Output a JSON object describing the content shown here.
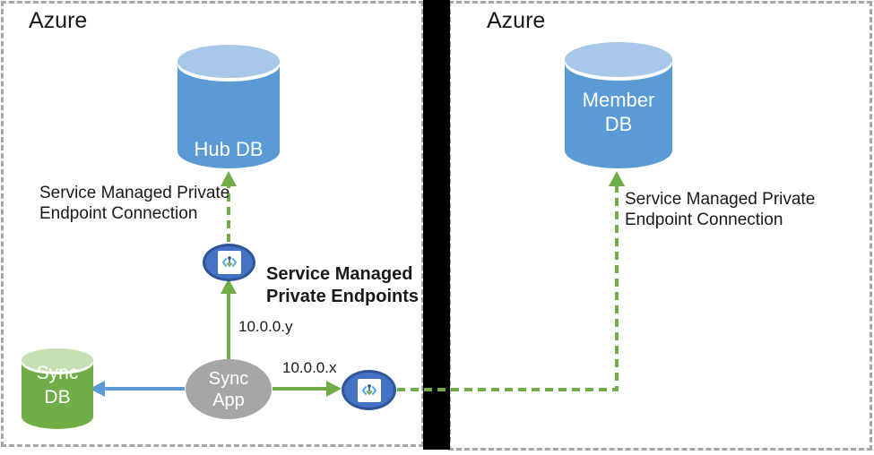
{
  "regions": {
    "left": {
      "title": "Azure"
    },
    "right": {
      "title": "Azure"
    }
  },
  "nodes": {
    "hub_db": {
      "label": "Hub DB"
    },
    "member_db": {
      "line1": "Member",
      "line2": "DB"
    },
    "sync_db": {
      "line1": "Sync",
      "line2": "DB"
    },
    "sync_app": {
      "line1": "Sync",
      "line2": "App"
    }
  },
  "labels": {
    "left_connection": {
      "line1": "Service Managed Private",
      "line2": "Endpoint Connection"
    },
    "right_connection": {
      "line1": "Service Managed Private",
      "line2": "Endpoint Connection"
    },
    "endpoints_title": {
      "line1": "Service Managed",
      "line2": "Private Endpoints"
    },
    "ip_y": "10.0.0.y",
    "ip_x": "10.0.0.x"
  },
  "icons": {
    "private_endpoint": "private-endpoint-icon"
  },
  "colors": {
    "arrow_green": "#70AD47",
    "arrow_blue": "#5B9BD5",
    "db_blue": "#5B9BD5",
    "db_blue_top": "#A7C8E9",
    "db_green": "#70AD47",
    "db_green_top": "#C6E0B4",
    "app_gray": "#A6A6A6",
    "endpoint_fill": "#4472C4",
    "endpoint_border": "#2F5597",
    "separator_black": "#000000",
    "region_border_gray": "#A6A6A6"
  }
}
